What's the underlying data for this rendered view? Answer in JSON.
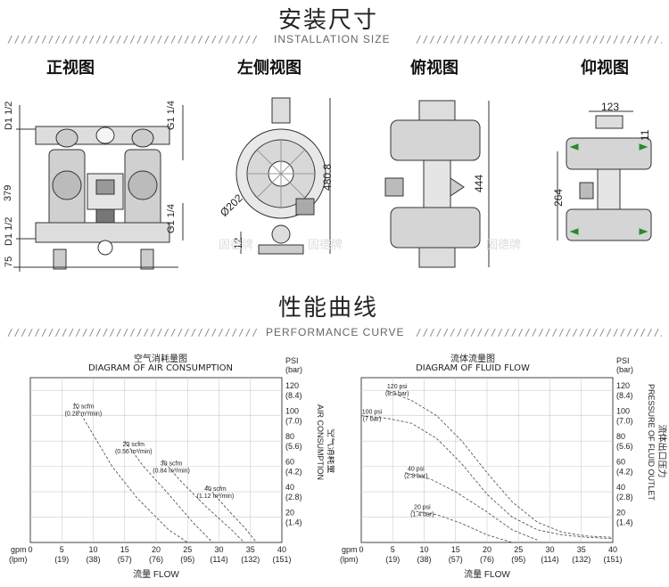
{
  "install": {
    "title": "安装尺寸",
    "subtitle": "INSTALLATION SIZE",
    "views": [
      "正视图",
      "左侧视图",
      "俯视图",
      "仰视图"
    ],
    "dims": {
      "front": [
        "D1 1/2",
        "G1 1/4",
        "379",
        "D1 1/2",
        "G1 1/4",
        "75"
      ],
      "left": [
        "480.8",
        "Ø202",
        "12"
      ],
      "top": [
        "444"
      ],
      "bottom": [
        "123",
        "11",
        "264"
      ]
    }
  },
  "perf": {
    "title": "性能曲线",
    "subtitle": "PERFORMANCE CURVE"
  },
  "watermark": "固德牌",
  "chart_data": [
    {
      "type": "line",
      "title_cn": "空气消耗量图",
      "title": "DIAGRAM OF AIR CONSUMPTION",
      "xlabel": "流量 FLOW",
      "x_unit_top": "gpm",
      "x_unit_bottom": "(lpm)",
      "x_ticks": [
        "0",
        "5",
        "10",
        "15",
        "20",
        "25",
        "30",
        "35",
        "40"
      ],
      "x_ticks_lpm": [
        "(19)",
        "(38)",
        "(57)",
        "(76)",
        "(95)",
        "(114)",
        "(132)",
        "(151)"
      ],
      "y_unit": "PSI",
      "y_unit_bar": "(bar)",
      "y_ticks": [
        "20",
        "40",
        "60",
        "80",
        "100",
        "120"
      ],
      "y_ticks_bar": [
        "(1.4)",
        "(2.8)",
        "(4.2)",
        "(5.6)",
        "(7.0)",
        "(8.4)"
      ],
      "ylabel": "AIR CONSUMPTION",
      "ylabel_cn": "空气消耗量",
      "xlim": [
        0,
        40
      ],
      "ylim": [
        0,
        130
      ],
      "series": [
        {
          "name": "10 scfm (0.28 m³/min)",
          "x": [
            7,
            10,
            13,
            17,
            22,
            25
          ],
          "y": [
            110,
            85,
            60,
            35,
            10,
            0
          ]
        },
        {
          "name": "20 scfm (0.56 m³/min)",
          "x": [
            15,
            18,
            22,
            26,
            29
          ],
          "y": [
            80,
            60,
            38,
            15,
            0
          ]
        },
        {
          "name": "30 scfm (0.84 m³/min)",
          "x": [
            21,
            24,
            28,
            32,
            34
          ],
          "y": [
            65,
            48,
            28,
            10,
            0
          ]
        },
        {
          "name": "40 scfm (1.12 m³/min)",
          "x": [
            28,
            31,
            34,
            36
          ],
          "y": [
            45,
            28,
            12,
            0
          ]
        }
      ]
    },
    {
      "type": "line",
      "title_cn": "流体流量图",
      "title": "DIAGRAM OF FLUID FLOW",
      "xlabel": "流量 FLOW",
      "x_unit_top": "gpm",
      "x_unit_bottom": "(lpm)",
      "x_ticks": [
        "0",
        "5",
        "10",
        "15",
        "20",
        "25",
        "30",
        "35",
        "40"
      ],
      "x_ticks_lpm": [
        "(19)",
        "(38)",
        "(57)",
        "(76)",
        "(95)",
        "(114)",
        "(132)",
        "(151)"
      ],
      "y_unit": "PSI",
      "y_unit_bar": "(bar)",
      "y_ticks": [
        "20",
        "40",
        "60",
        "80",
        "100",
        "120"
      ],
      "y_ticks_bar": [
        "(1.4)",
        "(2.8)",
        "(4.2)",
        "(5.6)",
        "(7.0)",
        "(8.4)"
      ],
      "ylabel": "PRESSURE OF FLUID OUTLET",
      "ylabel_cn": "流体出口压力",
      "xlim": [
        0,
        40
      ],
      "ylim": [
        0,
        130
      ],
      "series": [
        {
          "name": "120 psi (8.3 bar)",
          "x": [
            4,
            8,
            12,
            16,
            20,
            24,
            28,
            32,
            36,
            40
          ],
          "y": [
            120,
            112,
            100,
            80,
            55,
            32,
            16,
            8,
            5,
            4
          ]
        },
        {
          "name": "100 psi (7 bar)",
          "x": [
            0,
            4,
            8,
            12,
            16,
            20,
            24,
            28,
            32,
            36,
            40
          ],
          "y": [
            100,
            98,
            94,
            82,
            62,
            38,
            20,
            10,
            6,
            4,
            3
          ]
        },
        {
          "name": "40 psi (2.8 bar)",
          "x": [
            7,
            11,
            15,
            20,
            24,
            28
          ],
          "y": [
            55,
            50,
            40,
            24,
            10,
            2
          ]
        },
        {
          "name": "20 psi (1.4 bar)",
          "x": [
            8,
            12,
            16,
            20,
            24
          ],
          "y": [
            25,
            22,
            15,
            6,
            0
          ]
        }
      ]
    }
  ]
}
